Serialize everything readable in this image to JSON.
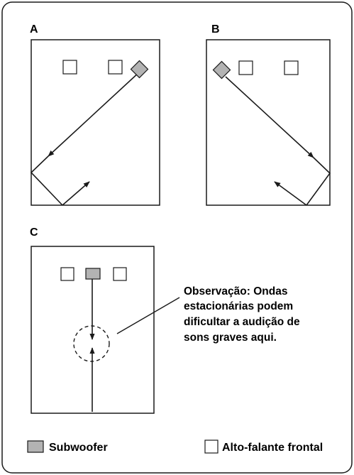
{
  "diagrams": {
    "a": {
      "label": "A"
    },
    "b": {
      "label": "B"
    },
    "c": {
      "label": "C"
    }
  },
  "note": {
    "lines": [
      "Observação: Ondas",
      "estacionárias podem",
      "dificultar a audição de",
      "sons graves aqui."
    ]
  },
  "legend": {
    "subwoofer": "Subwoofer",
    "front_speaker": "Alto-falante frontal"
  },
  "colors": {
    "subwoofer_fill": "#b3b3b3",
    "speaker_fill": "#ffffff",
    "stroke": "#1a1a1a"
  }
}
